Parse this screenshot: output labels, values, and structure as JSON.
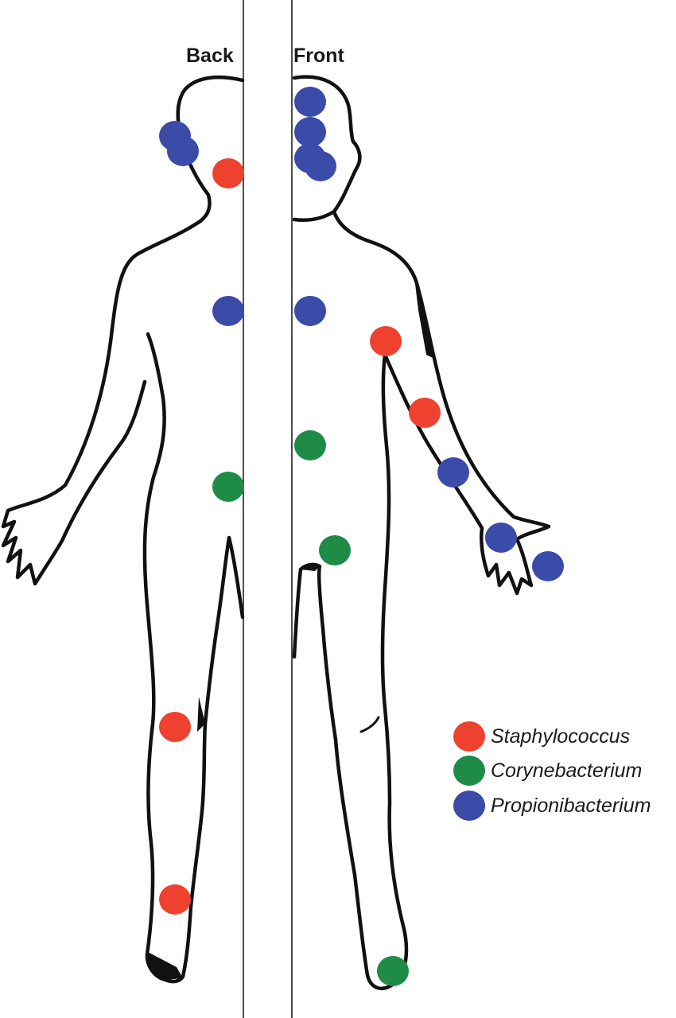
{
  "labels": {
    "back": "Back",
    "front": "Front"
  },
  "bacteria": {
    "staphylococcus": {
      "name": "Staphylococcus",
      "color": "#ee4130"
    },
    "corynebacterium": {
      "name": "Corynebacterium",
      "color": "#1e8c47"
    },
    "propionibacterium": {
      "name": "Propionibacterium",
      "color": "#3a4ba8"
    }
  },
  "legend": [
    {
      "key": "staphylococcus"
    },
    {
      "key": "corynebacterium"
    },
    {
      "key": "propionibacterium"
    }
  ],
  "sites": [
    {
      "view": "back",
      "region": "behind-ear",
      "bacterium": "propionibacterium"
    },
    {
      "view": "back",
      "region": "behind-ear",
      "bacterium": "propionibacterium"
    },
    {
      "view": "back",
      "region": "back-of-neck",
      "bacterium": "staphylococcus"
    },
    {
      "view": "back",
      "region": "upper-back",
      "bacterium": "propionibacterium"
    },
    {
      "view": "back",
      "region": "gluteal-crease",
      "bacterium": "corynebacterium"
    },
    {
      "view": "back",
      "region": "back-of-knee",
      "bacterium": "staphylococcus"
    },
    {
      "view": "back",
      "region": "heel",
      "bacterium": "staphylococcus"
    },
    {
      "view": "front",
      "region": "forehead",
      "bacterium": "propionibacterium"
    },
    {
      "view": "front",
      "region": "nose",
      "bacterium": "propionibacterium"
    },
    {
      "view": "front",
      "region": "cheek",
      "bacterium": "propionibacterium"
    },
    {
      "view": "front",
      "region": "cheek",
      "bacterium": "propionibacterium"
    },
    {
      "view": "front",
      "region": "chest",
      "bacterium": "propionibacterium"
    },
    {
      "view": "front",
      "region": "armpit",
      "bacterium": "staphylococcus"
    },
    {
      "view": "front",
      "region": "inner-elbow",
      "bacterium": "staphylococcus"
    },
    {
      "view": "front",
      "region": "forearm",
      "bacterium": "propionibacterium"
    },
    {
      "view": "front",
      "region": "palm",
      "bacterium": "propionibacterium"
    },
    {
      "view": "front",
      "region": "fingertip",
      "bacterium": "propionibacterium"
    },
    {
      "view": "front",
      "region": "navel",
      "bacterium": "corynebacterium"
    },
    {
      "view": "front",
      "region": "groin",
      "bacterium": "corynebacterium"
    },
    {
      "view": "front",
      "region": "sole-of-foot",
      "bacterium": "corynebacterium"
    }
  ]
}
